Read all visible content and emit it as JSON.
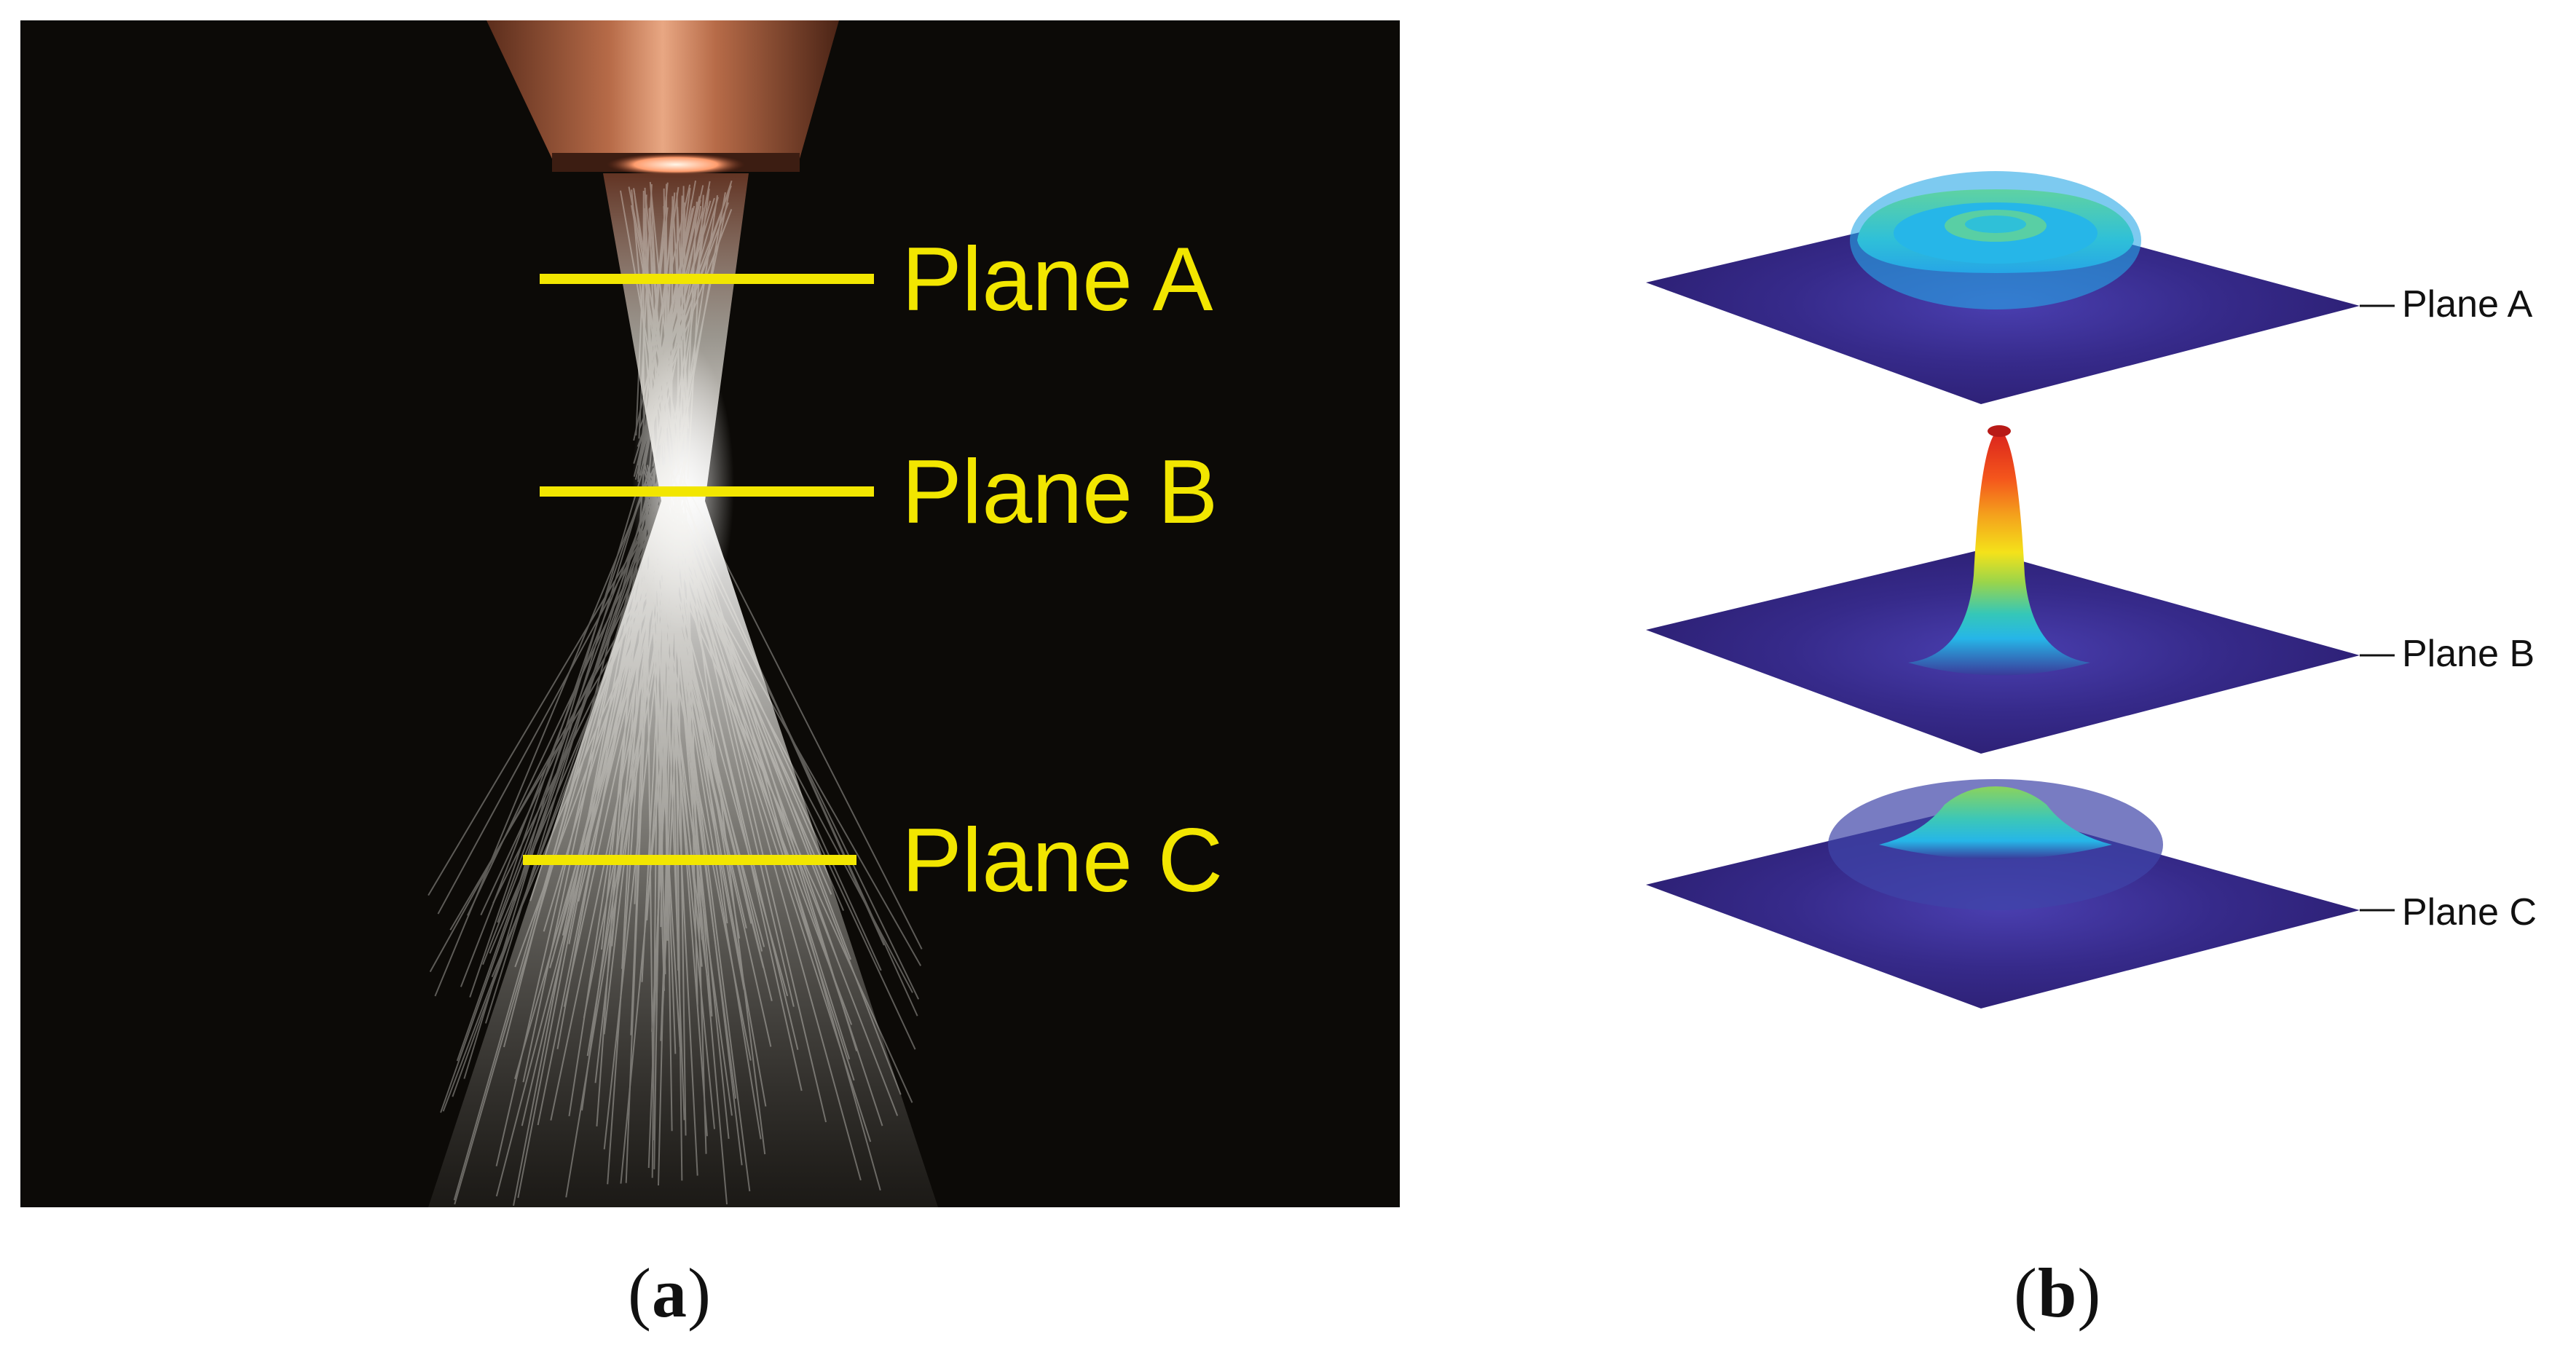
{
  "panel_a": {
    "caption_letter": "a",
    "planes": [
      {
        "label": "Plane A"
      },
      {
        "label": "Plane B"
      },
      {
        "label": "Plane C"
      }
    ]
  },
  "panel_b": {
    "caption_letter": "b",
    "surfaces": [
      {
        "label": "Plane A",
        "shape": "ring"
      },
      {
        "label": "Plane B",
        "shape": "sharp-peak"
      },
      {
        "label": "Plane C",
        "shape": "broad-low-peak"
      }
    ],
    "colormap": [
      "#2a1d6e",
      "#3a3a9a",
      "#26b6e8",
      "#5fd2a2",
      "#9bd54a",
      "#f4e21a",
      "#f48a1c",
      "#d9211d"
    ]
  },
  "colors": {
    "label_yellow": "#f2e600",
    "background_photo": "#0c0a07",
    "nozzle_copper": "#b86e4c"
  }
}
